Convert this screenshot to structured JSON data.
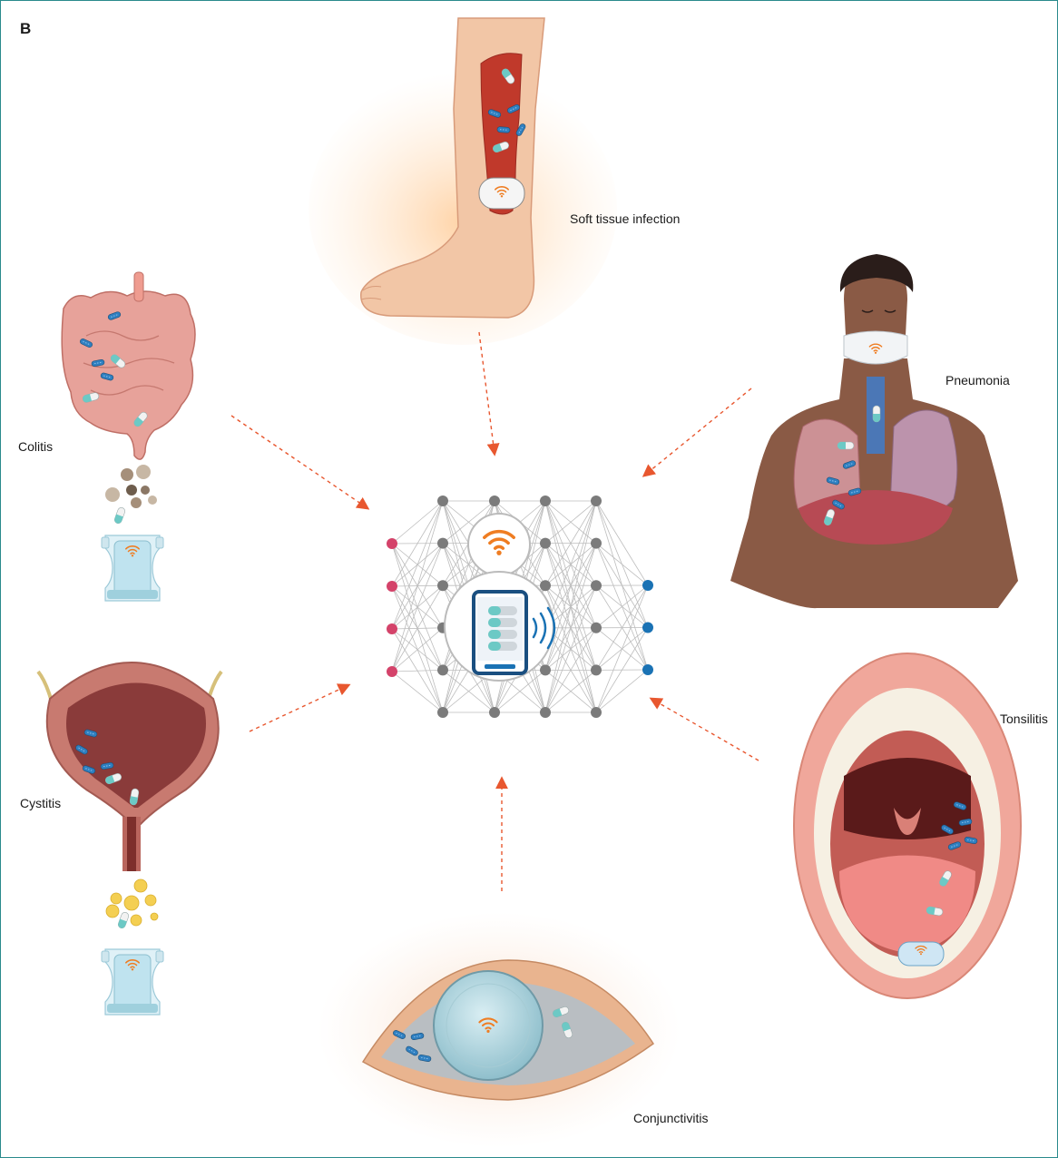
{
  "panel_letter": "B",
  "labels": {
    "soft_tissue": "Soft tissue infection",
    "pneumonia": "Pneumonia",
    "colitis": "Colitis",
    "cystitis": "Cystitis",
    "tonsilitis": "Tonsilitis",
    "conjunctivitis": "Conjunctivitis"
  },
  "colors": {
    "frame": "#2a8a8c",
    "arrow": "#e8572f",
    "wifi": "#ef7d22",
    "input_node": "#d4436a",
    "hidden_node": "#7b7b7b",
    "output_node": "#1a72b4",
    "capsule_teal": "#6cc9c5",
    "bacteria_blue": "#2f7fc0",
    "infection_red": "#c0392b"
  },
  "network": {
    "input_nodes": 4,
    "hidden_layers": 4,
    "hidden_nodes_per_layer": 6,
    "output_nodes": 3
  },
  "icons": [
    "wifi-icon",
    "smartphone-icon",
    "capsule-icon",
    "bacteria-icon",
    "diaper-sensor-icon"
  ]
}
